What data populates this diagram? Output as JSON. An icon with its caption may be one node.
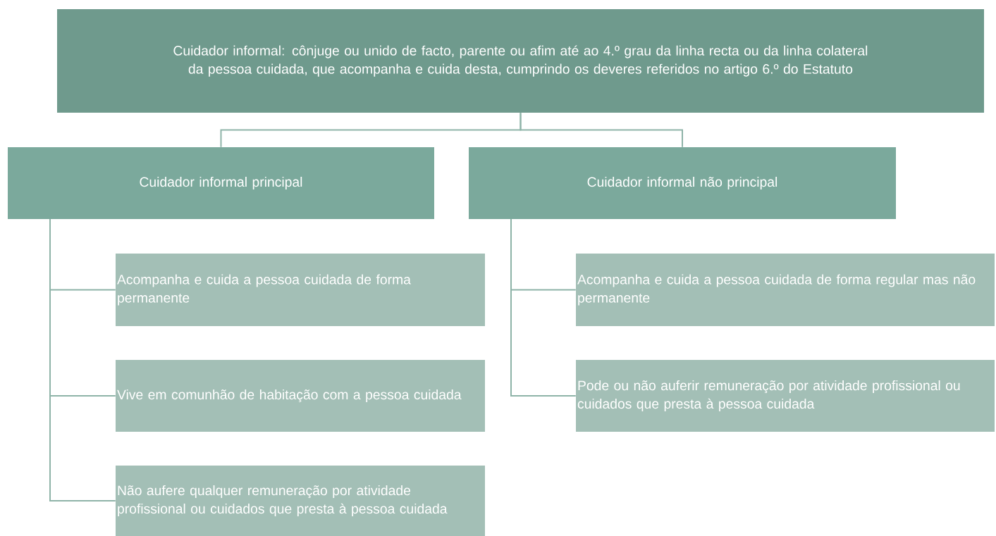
{
  "diagram": {
    "nodes": [
      {
        "text": [
          "Cuidador informal: cônjuge ou unido de facto, parente ou afim até ao 4.º grau da linha recta ou da linha colateral da pessoa cuidada, que acompanha e cuida desta, cumprindo os deveres referidos no artigo 6.º do Estatuto"
        ]
      },
      {
        "text": [
          "Cuidador informal principal"
        ]
      },
      {
        "text": [
          "Cuidador informal não principal"
        ]
      },
      {
        "text": [
          "Acompanha e cuida a pessoa cuidada de forma permanente"
        ]
      },
      {
        "text": [
          "Vive em comunhão de habitação com a pessoa cuidada"
        ]
      },
      {
        "text": [
          "Não aufere qualquer remuneração por atividade profissional ou cuidados que presta à pessoa cuidada"
        ]
      },
      {
        "text": [
          "Acompanha e cuida a pessoa cuidada de forma regular mas não permanente"
        ]
      },
      {
        "text": [
          "Pode ou não auferir remuneração por atividade profissional ou cuidados que presta à pessoa cuidada"
        ]
      }
    ],
    "edges": [
      {
        "from": 0,
        "to": 1,
        "arrow": "none"
      },
      {
        "from": 0,
        "to": 2,
        "arrow": "none"
      },
      {
        "from": 1,
        "to": 3,
        "arrow": "none"
      },
      {
        "from": 1,
        "to": 4,
        "arrow": "none"
      },
      {
        "from": 1,
        "to": 5,
        "arrow": "none"
      },
      {
        "from": 2,
        "to": 6,
        "arrow": "none"
      },
      {
        "from": 2,
        "to": 7,
        "arrow": "none"
      }
    ]
  }
}
